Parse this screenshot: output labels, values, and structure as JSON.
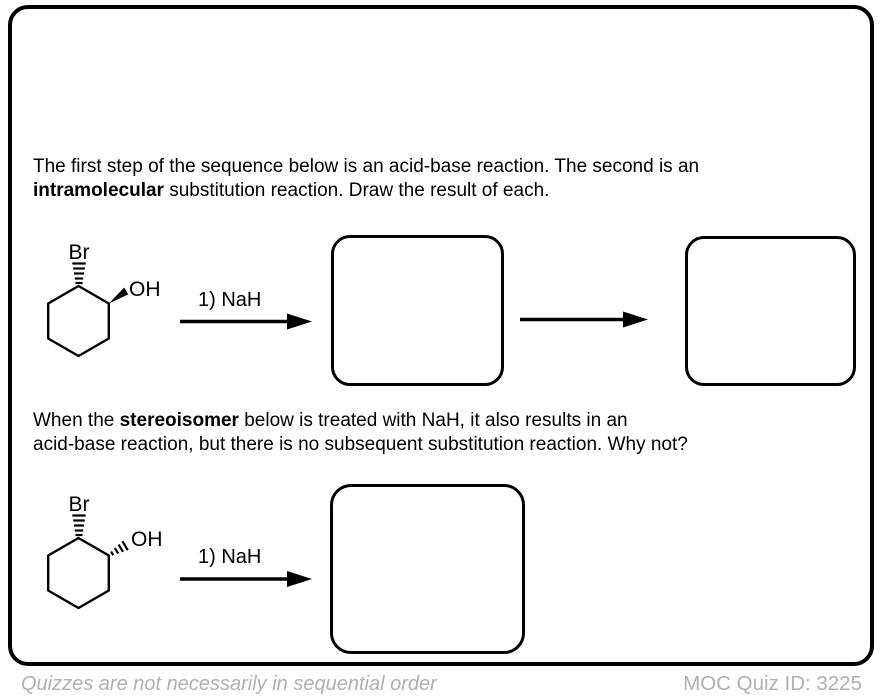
{
  "page": {
    "background": "#ffffff",
    "ink_color": "#000000",
    "footer_gray": "#b0b0b0"
  },
  "question1": {
    "line1": "The first step of the sequence below is an acid-base reaction. The second is an",
    "line2_bold": "intramolecular",
    "line2_rest": " substitution reaction. Draw the result of each."
  },
  "question2": {
    "line1_pre": "When the ",
    "line1_bold": "stereoisomer",
    "line1_post": " below is treated with NaH, it also results in an",
    "line2": "acid-base reaction, but there is no subsequent substitution reaction. Why not?"
  },
  "scheme1": {
    "molecule": {
      "top_label": "Br",
      "top_bond_style": "hashed-wedge",
      "right_label": "OH",
      "right_bond_style": "solid-wedge"
    },
    "reagent": "1) NaH",
    "answer_boxes": 2
  },
  "scheme2": {
    "molecule": {
      "top_label": "Br",
      "top_bond_style": "hashed-wedge",
      "right_label": "OH",
      "right_bond_style": "hashed-wedge"
    },
    "reagent": "1) NaH",
    "answer_boxes": 1
  },
  "footer": {
    "left_note": "Quizzes are not necessarily in sequential order",
    "right_id": "MOC Quiz ID: 3225"
  }
}
